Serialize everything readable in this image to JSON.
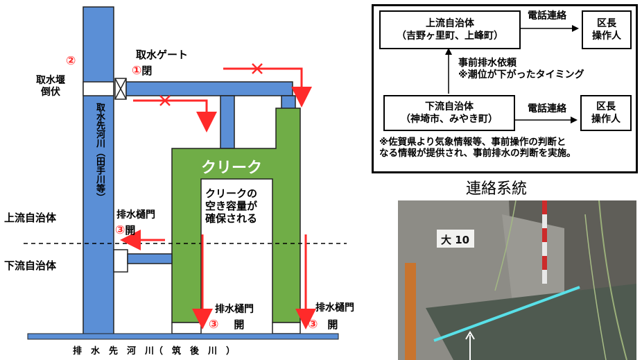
{
  "colors": {
    "river": "#5b8fd6",
    "creek": "#70ad47",
    "arrow": "#ff2a2a",
    "cyan": "#59e0e8"
  },
  "left_diagram": {
    "gate_label": "取水ゲート",
    "gate_num": "①",
    "gate_state": "閉",
    "weir_num": "②",
    "weir_label_1": "取水堰",
    "weir_label_2": "倒伏",
    "intake_river_vertical": "取水先河川（田手川等）",
    "creek_label": "クリーク",
    "creek_capacity_1": "クリークの",
    "creek_capacity_2": "空き容量が",
    "creek_capacity_3": "確保される",
    "upstream_label": "上流自治体",
    "downstream_label": "下流自治体",
    "sluice_left_label": "排水樋門",
    "sluice_left_num": "③",
    "sluice_left_state": "開",
    "sluice_mid_label": "排水樋門",
    "sluice_mid_num": "③",
    "sluice_mid_state": "開",
    "sluice_right_label": "排水樋門",
    "sluice_right_num": "③",
    "sluice_right_state": "開",
    "bottom_river": "排　水　先　河　川（　筑　後　川　）"
  },
  "contact_system": {
    "upstream_box_1": "上流自治体",
    "upstream_box_2": "（吉野ヶ里町、上峰町）",
    "phone_top": "電話連絡",
    "ward_top_1": "区長",
    "ward_top_2": "操作人",
    "request_1": "事前排水依頼",
    "request_2": "※潮位が下がったタイミング",
    "downstream_box_1": "下流自治体",
    "downstream_box_2": "（神埼市、みやき町）",
    "phone_bottom": "電話連絡",
    "ward_bottom_1": "区長",
    "ward_bottom_2": "操作人",
    "note_1": "※佐賀県より気象情報等、事前操作の判断と",
    "note_2": "なる情報が提供され、事前排水の判断を実施。",
    "caption": "連絡系統"
  },
  "photo": {
    "sign_text": "大 10"
  }
}
